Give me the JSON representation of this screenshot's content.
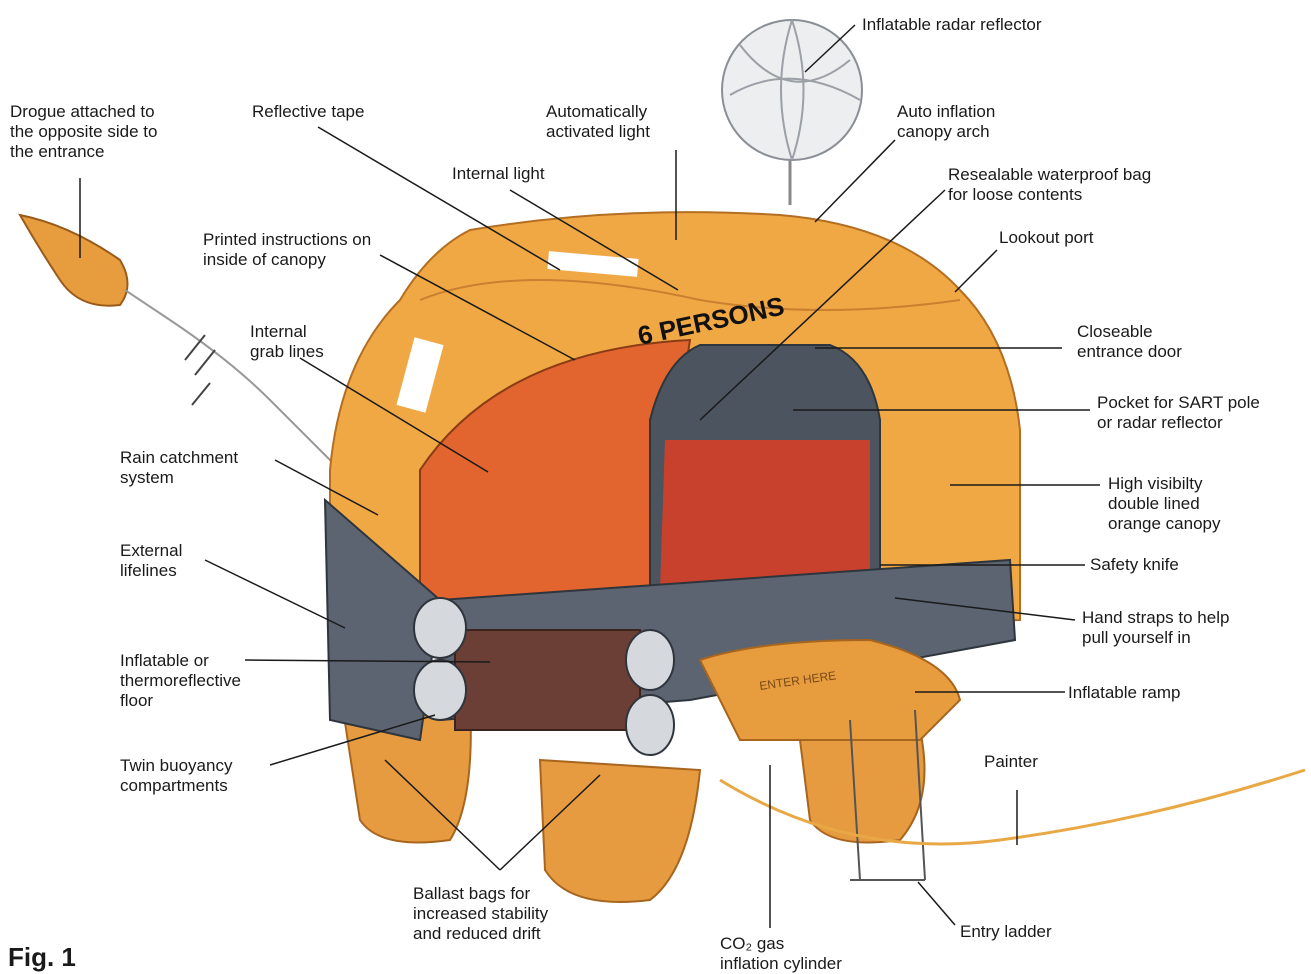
{
  "figure_label": "Fig. 1",
  "raft_marking": "6 PERSONS",
  "ramp_marking": "ENTER HERE",
  "labels": [
    {
      "id": "drogue",
      "text": "Drogue attached to\nthe opposite side to\nthe entrance"
    },
    {
      "id": "reflective_tape",
      "text": "Reflective tape"
    },
    {
      "id": "auto_light",
      "text": "Automatically\nactivated light"
    },
    {
      "id": "radar_reflector",
      "text": "Inflatable radar reflector"
    },
    {
      "id": "canopy_arch",
      "text": "Auto inflation\ncanopy arch"
    },
    {
      "id": "internal_light",
      "text": "Internal light"
    },
    {
      "id": "waterproof_bag",
      "text": "Resealable waterproof bag\nfor loose contents"
    },
    {
      "id": "instructions",
      "text": "Printed instructions on\ninside of canopy"
    },
    {
      "id": "lookout_port",
      "text": "Lookout port"
    },
    {
      "id": "grab_lines",
      "text": "Internal\ngrab lines"
    },
    {
      "id": "entrance_door",
      "text": "Closeable\nentrance door"
    },
    {
      "id": "sart_pocket",
      "text": "Pocket for SART pole\nor radar reflector"
    },
    {
      "id": "rain_catchment",
      "text": "Rain catchment\nsystem"
    },
    {
      "id": "canopy",
      "text": "High visibilty\ndouble lined\norange canopy"
    },
    {
      "id": "external_lifelines",
      "text": "External\nlifelines"
    },
    {
      "id": "safety_knife",
      "text": "Safety knife"
    },
    {
      "id": "hand_straps",
      "text": "Hand straps to help\npull yourself in"
    },
    {
      "id": "floor",
      "text": "Inflatable or\nthermoreflective\nfloor"
    },
    {
      "id": "ramp",
      "text": "Inflatable ramp"
    },
    {
      "id": "twin_buoyancy",
      "text": "Twin buoyancy\ncompartments"
    },
    {
      "id": "painter",
      "text": "Painter"
    },
    {
      "id": "ballast",
      "text": "Ballast bags for\nincreased stability\nand reduced drift"
    },
    {
      "id": "co2",
      "text": "CO₂ gas\ninflation cylinder"
    },
    {
      "id": "ladder",
      "text": "Entry ladder"
    }
  ],
  "colors": {
    "canopy": "#f0a845",
    "canopy_dark": "#d98a2a",
    "tube": "#5b6470",
    "seat": "#c8412c",
    "text": "#1a1a1a"
  }
}
